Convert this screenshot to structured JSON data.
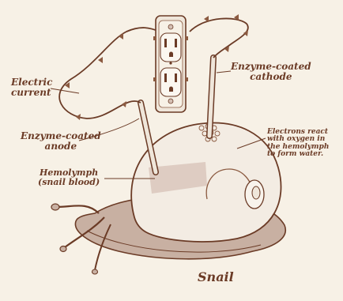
{
  "labels": {
    "electric_current": "Electric\ncurrent",
    "enzyme_cathode": "Enzyme-coated\ncathode",
    "enzyme_anode": "Enzyme-coated\nanode",
    "electrons_react": "Electrons react\nwith oxygen in\nthe hemolymph\nto form water.",
    "hemolymph": "Hemolymph\n(snail blood)",
    "snail": "Snail"
  },
  "colors": {
    "ink": "#6b3b26",
    "paper": "#f7f1e6",
    "shell": "#f3ece3",
    "body": "#b79a89"
  }
}
